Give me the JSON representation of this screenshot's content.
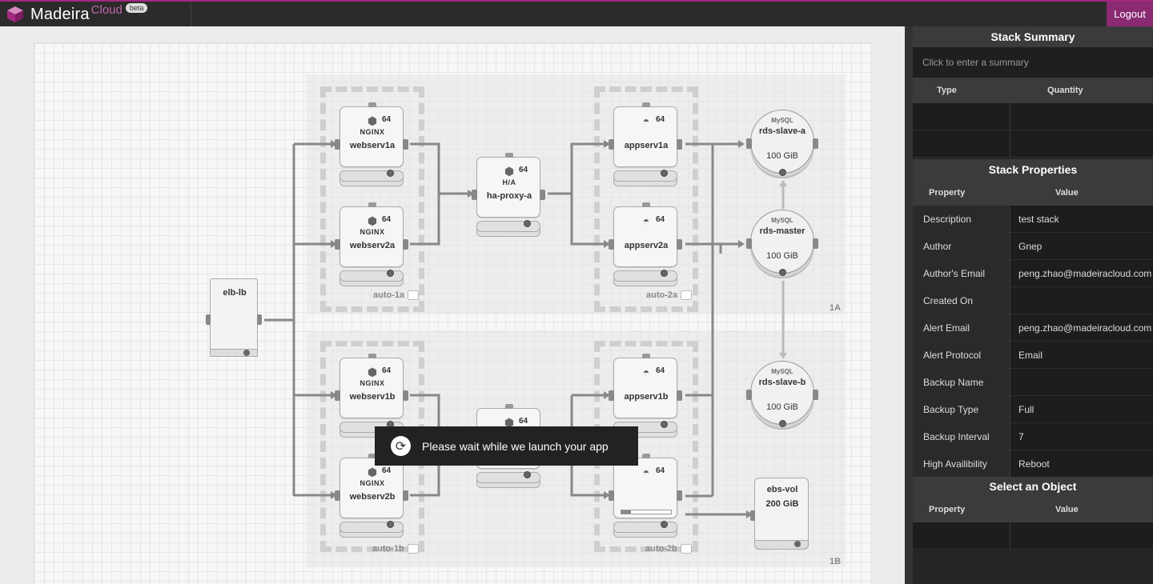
{
  "header": {
    "brand": "Madeira",
    "brand_suffix": "Cloud",
    "badge": "beta",
    "logout_label": "Logout"
  },
  "canvas": {
    "zones": [
      "1A",
      "1B"
    ],
    "asg_labels": [
      "auto-1a",
      "auto-2a",
      "auto-1b",
      "auto-2b"
    ],
    "elb": {
      "name": "elb-lb"
    },
    "instances": [
      {
        "name": "webserv1a",
        "bits": "64",
        "brand": "NGINX",
        "icon": "cube-icon"
      },
      {
        "name": "webserv2a",
        "bits": "64",
        "brand": "NGINX",
        "icon": "cube-icon"
      },
      {
        "name": "ha-proxy-a",
        "bits": "64",
        "brand": "H/A",
        "icon": "cube-icon"
      },
      {
        "name": "appserv1a",
        "bits": "64",
        "brand": "",
        "icon": "redhat-icon"
      },
      {
        "name": "appserv2a",
        "bits": "64",
        "brand": "",
        "icon": "redhat-icon"
      },
      {
        "name": "webserv1b",
        "bits": "64",
        "brand": "NGINX",
        "icon": "cube-icon"
      },
      {
        "name": "webserv2b",
        "bits": "64",
        "brand": "NGINX",
        "icon": "cube-icon"
      },
      {
        "name": "",
        "bits": "64",
        "brand": "",
        "icon": "cube-icon"
      },
      {
        "name": "appserv1b",
        "bits": "64",
        "brand": "",
        "icon": "redhat-icon"
      },
      {
        "name": "",
        "bits": "64",
        "brand": "",
        "icon": "redhat-icon",
        "progress": 0.2
      }
    ],
    "rds": [
      {
        "name": "rds-slave-a",
        "engine": "MySQL",
        "size": "100 GiB"
      },
      {
        "name": "rds-master",
        "engine": "MySQL",
        "size": "100 GiB"
      },
      {
        "name": "rds-slave-b",
        "engine": "MySQL",
        "size": "100 GiB"
      }
    ],
    "ebs": {
      "name": "ebs-vol",
      "size": "200 GiB"
    },
    "toast": "Please wait while we launch your app"
  },
  "panel": {
    "summary_title": "Stack Summary",
    "summary_placeholder": "Click to enter a summary",
    "summary_cols": [
      "Type",
      "Quantity"
    ],
    "props_title": "Stack Properties",
    "props_cols": [
      "Property",
      "Value"
    ],
    "props": [
      {
        "k": "Description",
        "v": "test stack"
      },
      {
        "k": "Author",
        "v": "Gnep"
      },
      {
        "k": "Author's Email",
        "v": "peng.zhao@madeiracloud.com"
      },
      {
        "k": "Created On",
        "v": ""
      },
      {
        "k": "Alert Email",
        "v": "peng.zhao@madeiracloud.com"
      },
      {
        "k": "Alert Protocol",
        "v": "Email"
      },
      {
        "k": "Backup Name",
        "v": ""
      },
      {
        "k": "Backup Type",
        "v": "Full"
      },
      {
        "k": "Backup Interval",
        "v": "7"
      },
      {
        "k": "High Availibility",
        "v": "Reboot"
      }
    ],
    "select_title": "Select an Object",
    "select_cols": [
      "Property",
      "Value"
    ]
  }
}
